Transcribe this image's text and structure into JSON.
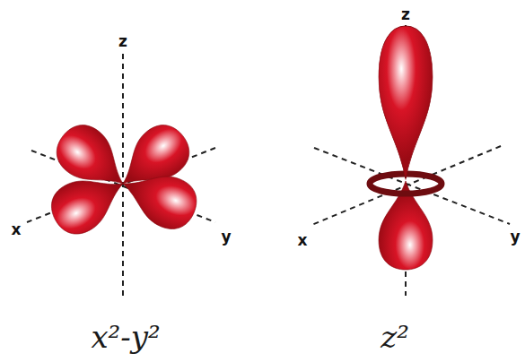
{
  "diagram": {
    "labels": [
      "z",
      "z",
      "x",
      "y",
      "x",
      "y",
      "x²-y²",
      "z²"
    ]
  }
}
